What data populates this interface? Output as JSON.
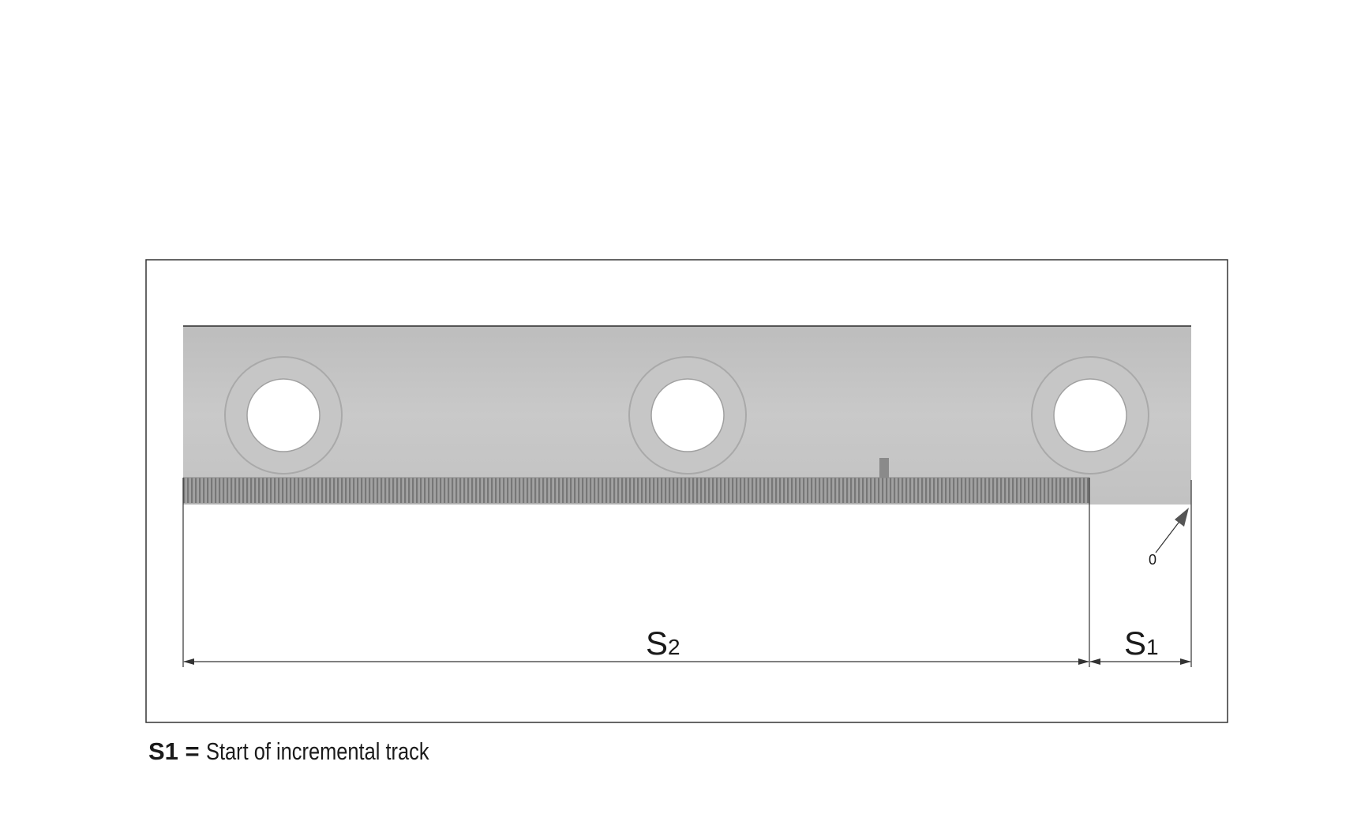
{
  "labels": {
    "s2_main": "S",
    "s2_sub": "2",
    "s1_main": "S",
    "s1_sub": "1",
    "reference_mark": "0"
  },
  "caption": {
    "key": "S1 =",
    "description": "Start of incremental track"
  },
  "colors": {
    "rail": "#c3c3c3",
    "scale_track": "#8f8f8f",
    "line": "#333333"
  }
}
